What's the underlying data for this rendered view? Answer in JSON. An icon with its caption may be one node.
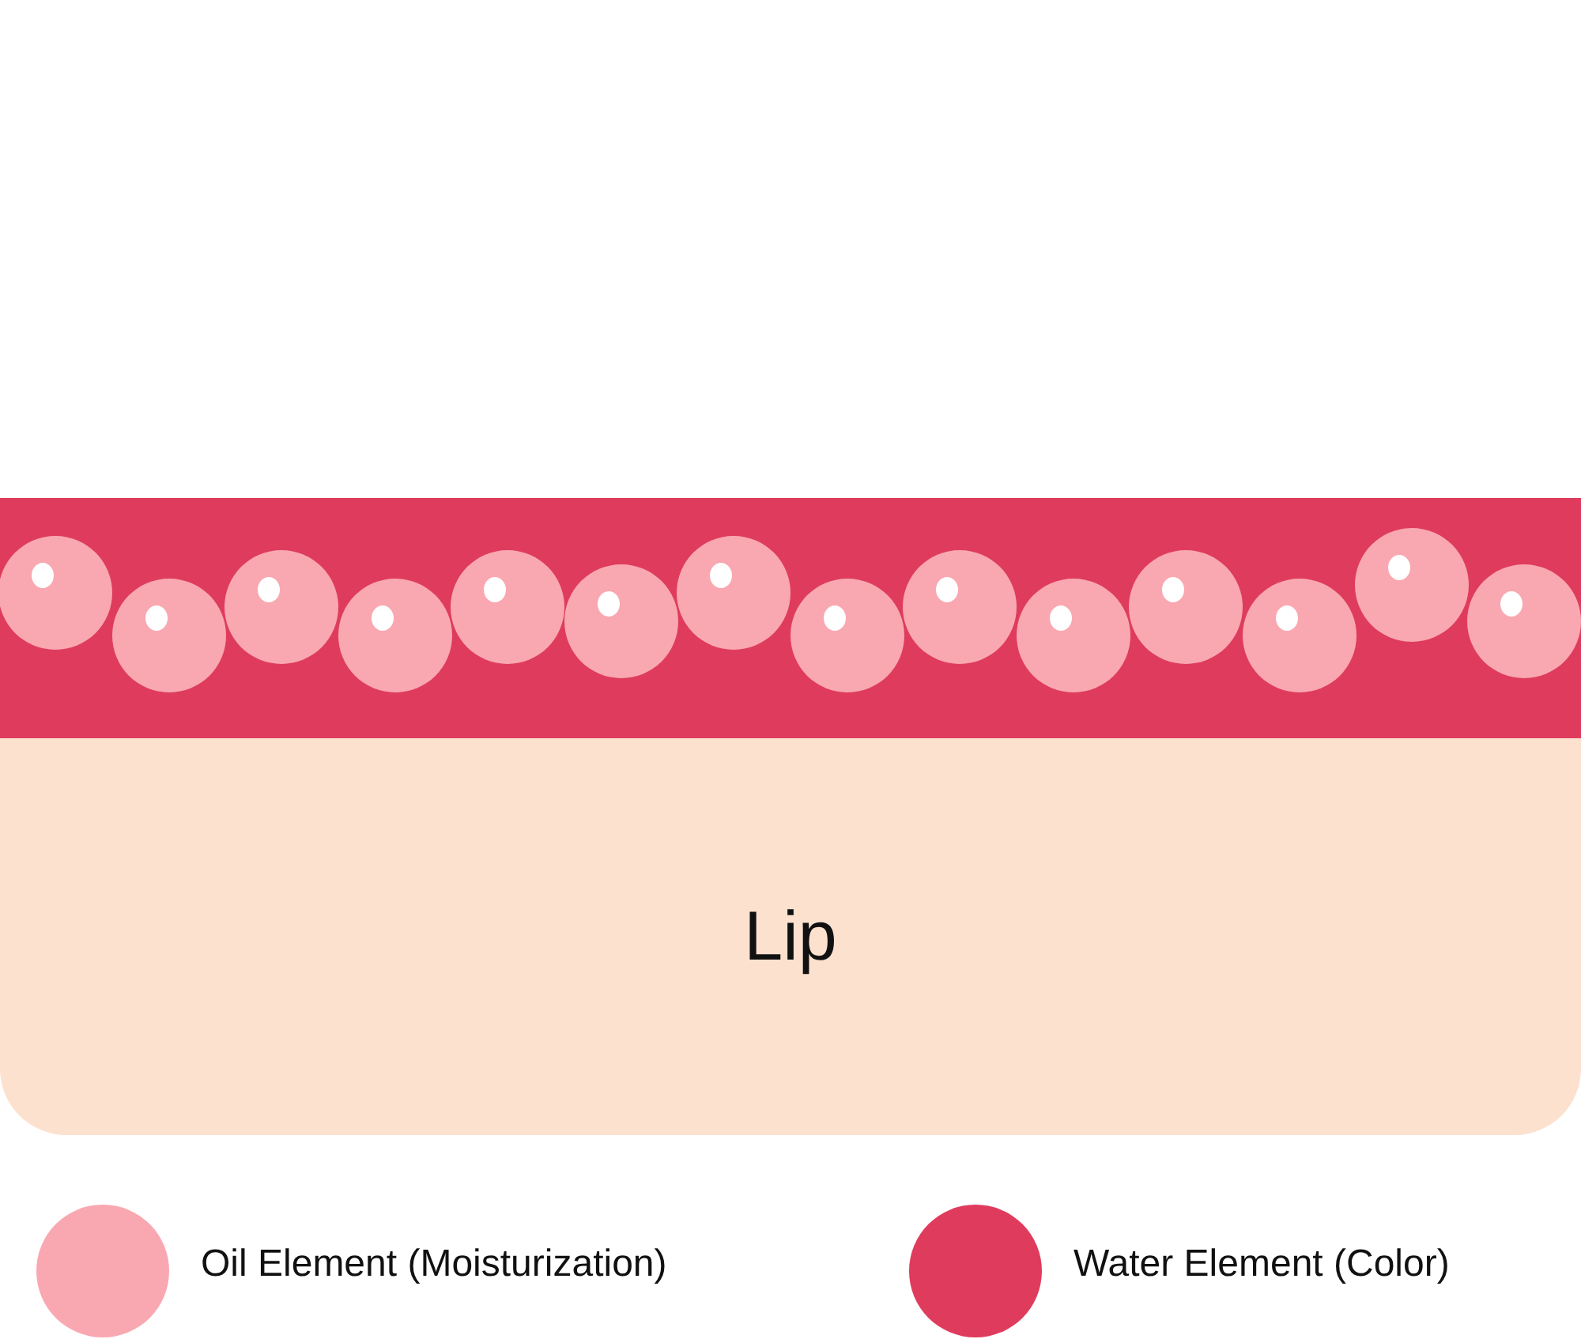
{
  "diagram": {
    "nodes": [
      {
        "text": [
          "Lip"
        ]
      }
    ],
    "legend": [
      {
        "text": "Oil Element (Moisturization)",
        "color": "#f9a8b1"
      },
      {
        "text": "Water Element (Color)",
        "color": "#df3c5d"
      }
    ]
  }
}
